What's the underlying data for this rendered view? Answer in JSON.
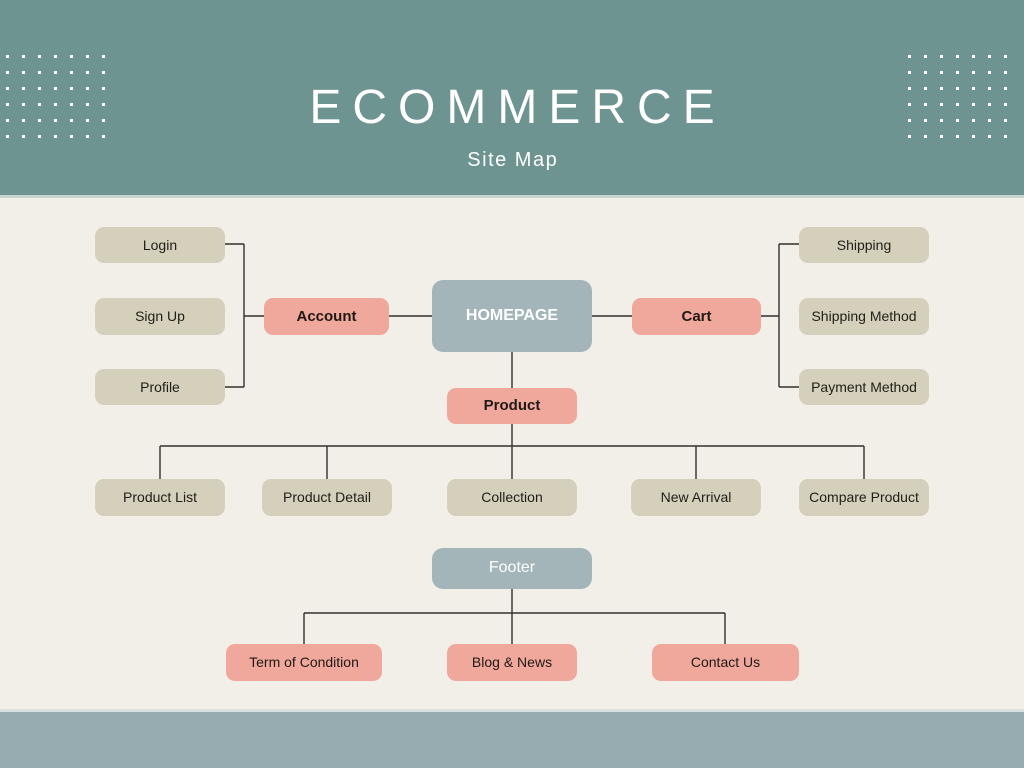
{
  "banner": {
    "title": "ECOMMERCE",
    "subtitle": "Site Map",
    "bg_color": "#6d9490",
    "text_color": "#ffffff",
    "dot_pattern_columns": 7,
    "dot_pattern_rows": 6
  },
  "page": {
    "background_color": "#f2efe8",
    "bottom_bar_color": "#96acb0"
  },
  "palette": {
    "root_blue": "#a3b5b8",
    "primary_salmon": "#f0a79c",
    "secondary_tan": "#d4d0bc",
    "connector_line": "#33302b"
  },
  "chart_data": {
    "type": "diagram",
    "title": "ECOMMERCE Site Map",
    "root": "HOMEPAGE",
    "edges": [
      [
        "HOMEPAGE",
        "Account"
      ],
      [
        "HOMEPAGE",
        "Cart"
      ],
      [
        "HOMEPAGE",
        "Product"
      ],
      [
        "Account",
        "Login"
      ],
      [
        "Account",
        "Sign Up"
      ],
      [
        "Account",
        "Profile"
      ],
      [
        "Cart",
        "Shipping"
      ],
      [
        "Cart",
        "Shipping Method"
      ],
      [
        "Cart",
        "Payment Method"
      ],
      [
        "Product",
        "Product List"
      ],
      [
        "Product",
        "Product Detail"
      ],
      [
        "Product",
        "Collection"
      ],
      [
        "Product",
        "New Arrival"
      ],
      [
        "Product",
        "Compare Product"
      ],
      [
        "HOMEPAGE",
        "Footer"
      ],
      [
        "Footer",
        "Term of Condition"
      ],
      [
        "Footer",
        "Blog & News"
      ],
      [
        "Footer",
        "Contact Us"
      ]
    ]
  },
  "nodes": {
    "homepage": {
      "label": "HOMEPAGE"
    },
    "account": {
      "label": "Account"
    },
    "cart": {
      "label": "Cart"
    },
    "product": {
      "label": "Product"
    },
    "footer": {
      "label": "Footer"
    },
    "login": {
      "label": "Login"
    },
    "signup": {
      "label": "Sign Up"
    },
    "profile": {
      "label": "Profile"
    },
    "shipping": {
      "label": "Shipping"
    },
    "shipping_method": {
      "label": "Shipping Method"
    },
    "payment_method": {
      "label": "Payment Method"
    },
    "product_list": {
      "label": "Product List"
    },
    "product_detail": {
      "label": "Product Detail"
    },
    "collection": {
      "label": "Collection"
    },
    "new_arrival": {
      "label": "New Arrival"
    },
    "compare_product": {
      "label": "Compare Product"
    },
    "term_of_condition": {
      "label": "Term of Condition"
    },
    "blog_and_news": {
      "label": "Blog & News"
    },
    "contact_us": {
      "label": "Contact Us"
    }
  }
}
